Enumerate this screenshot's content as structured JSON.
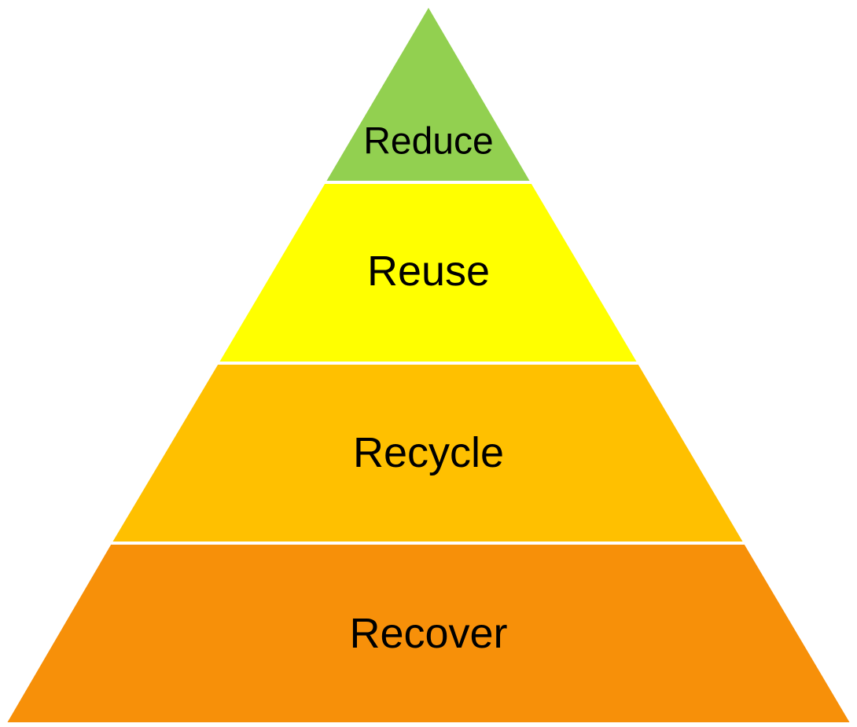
{
  "diagram": {
    "type": "pyramid",
    "tiers": [
      {
        "label": "Reduce",
        "color": "#92D050"
      },
      {
        "label": "Reuse",
        "color": "#FFFF00"
      },
      {
        "label": "Recycle",
        "color": "#FFC000"
      },
      {
        "label": "Recover",
        "color": "#F79009"
      }
    ]
  }
}
